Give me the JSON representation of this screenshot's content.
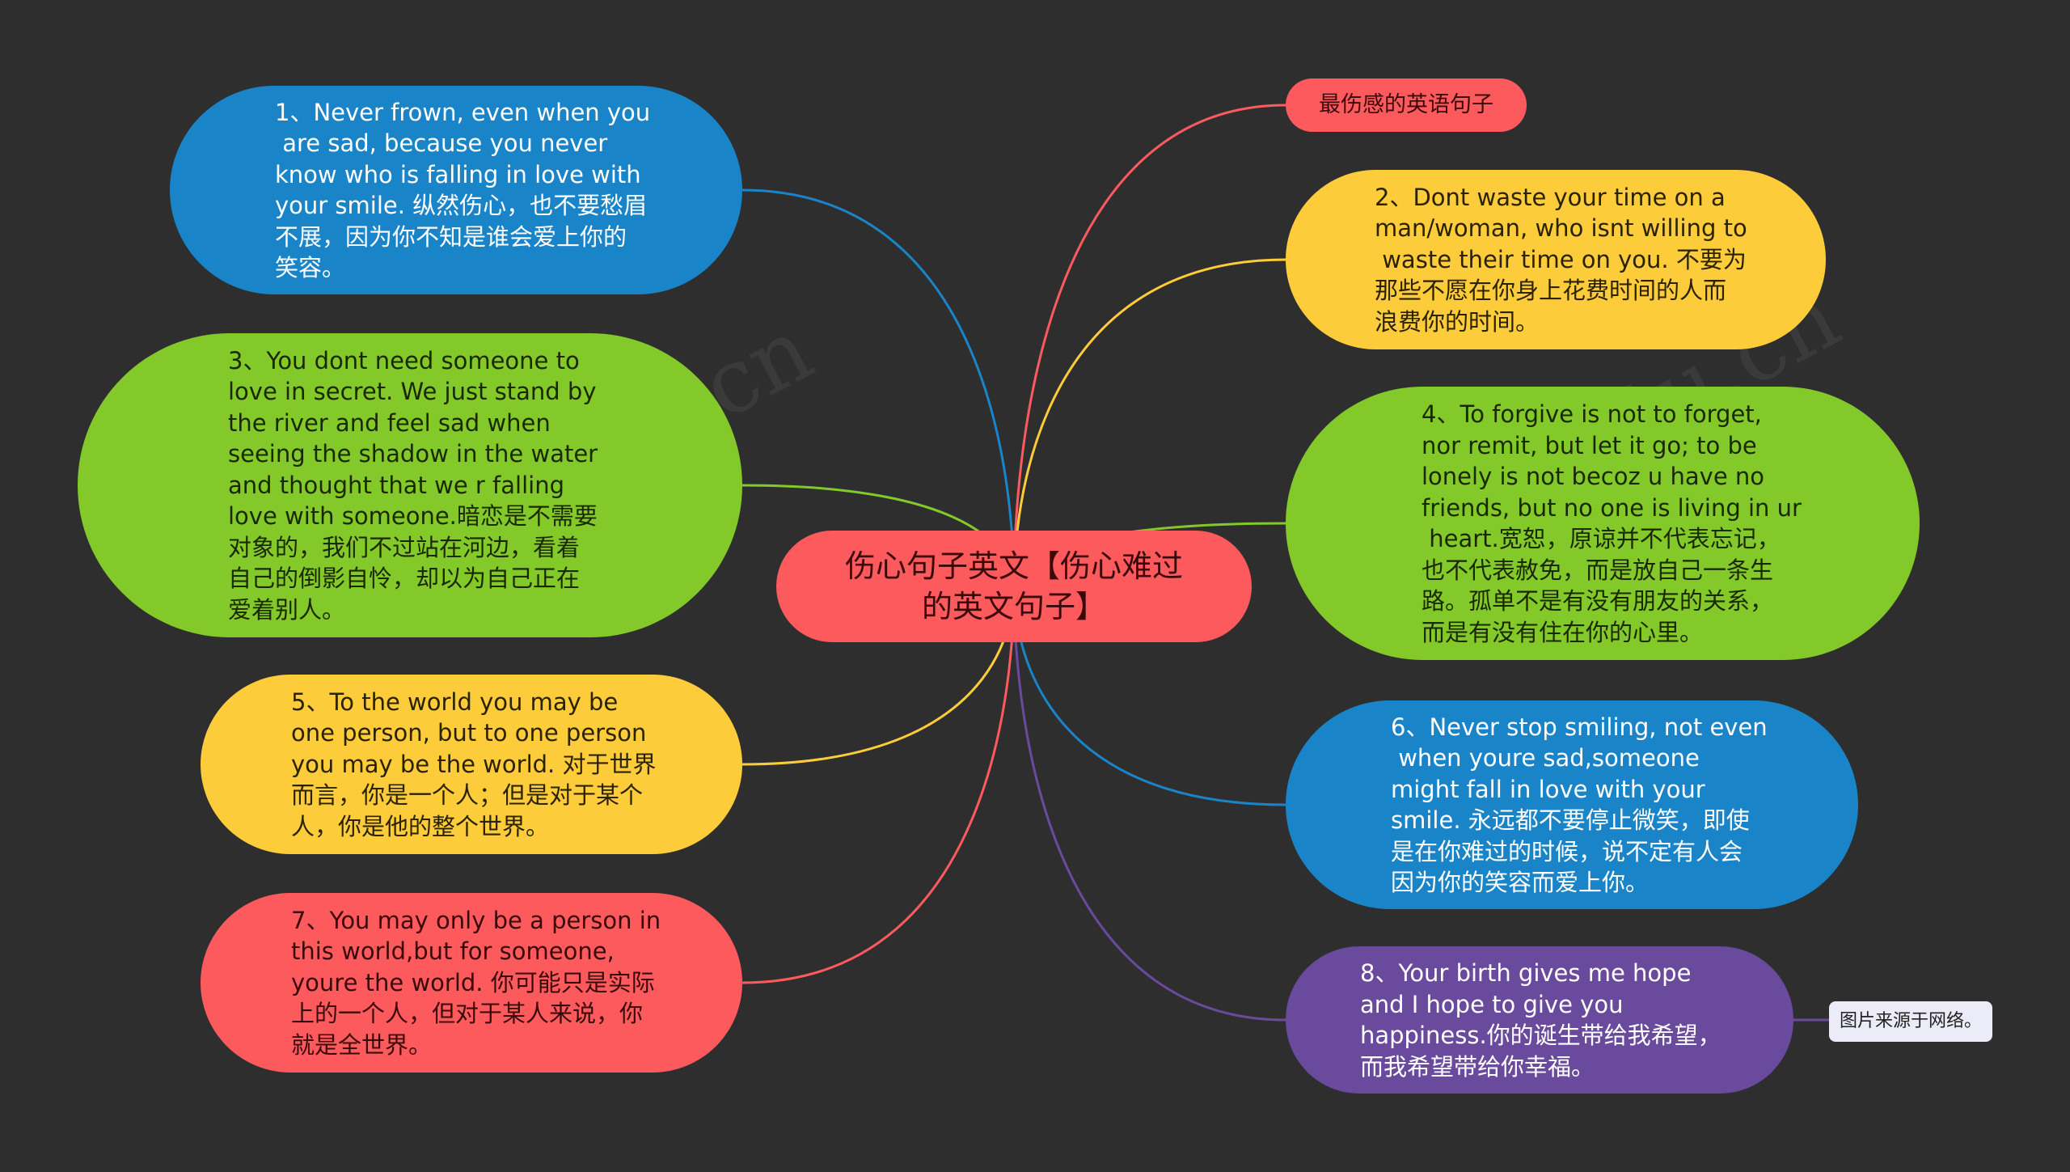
{
  "colors": {
    "background": "#2e2e2e",
    "red": "#fd5a5e",
    "blue": "#1a84c8",
    "green": "#83c92a",
    "yellow": "#fdcc3b",
    "purple": "#6a4a9c",
    "note": "#ececf8"
  },
  "center": {
    "text": "伤心句子英文【伤心难过\n的英文句子】"
  },
  "right_nodes": [
    {
      "id": "title",
      "text": "最伤感的英语句子"
    },
    {
      "id": "r2",
      "text": "2、Dont waste your time on a\nman/woman, who isnt willing to\n waste their time on you. 不要为\n那些不愿在你身上花费时间的人而\n浪费你的时间。"
    },
    {
      "id": "r4",
      "text": "4、To forgive is not to forget,\nnor remit, but let it go; to be\nlonely is not becoz u have no\nfriends, but no one is living in ur\n heart.宽恕，原谅并不代表忘记，\n也不代表赦免，而是放自己一条生\n路。孤单不是有没有朋友的关系，\n而是有没有住在你的心里。"
    },
    {
      "id": "r6",
      "text": "6、Never stop smiling, not even\n when youre sad,someone\nmight fall in love with your\nsmile. 永远都不要停止微笑，即使\n是在你难过的时候，说不定有人会\n因为你的笑容而爱上你。"
    },
    {
      "id": "r8",
      "text": "8、Your birth gives me hope\nand I hope to give you\nhappiness.你的诞生带给我希望，\n而我希望带给你幸福。"
    }
  ],
  "left_nodes": [
    {
      "id": "l1",
      "text": "1、Never frown, even when you\n are sad, because you never\nknow who is falling in love with\nyour smile. 纵然伤心，也不要愁眉\n不展，因为你不知是谁会爱上你的\n笑容。"
    },
    {
      "id": "l3",
      "text": "3、You dont need someone to\nlove in secret. We just stand by\nthe river and feel sad when\nseeing the shadow in the water\nand thought that we r falling\nlove with someone.暗恋是不需要\n对象的，我们不过站在河边，看着\n自己的倒影自怜，却以为自己正在\n爱着别人。"
    },
    {
      "id": "l5",
      "text": "5、To the world you may be\none person, but to one person\nyou may be the world. 对于世界\n而言，你是一个人；但是对于某个\n人，你是他的整个世界。"
    },
    {
      "id": "l7",
      "text": "7、You may only be a person in\nthis world,but for someone,\nyoure the world. 你可能只是实际\n上的一个人，但对于某人来说，你\n就是全世界。"
    }
  ],
  "note": {
    "text": "图片来源于网络。"
  }
}
